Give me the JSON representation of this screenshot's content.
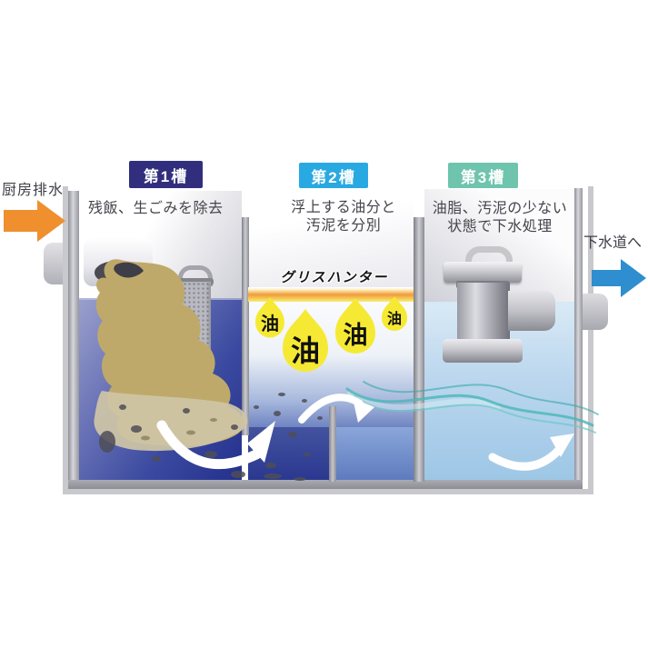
{
  "diagram": {
    "inflow_label": "厨房排水",
    "outflow_label": "下水道へ",
    "tanks": [
      {
        "label": "第1槽",
        "badge_color": "#312f7d",
        "caption_lines": [
          "残飯、生ごみを除去",
          ""
        ]
      },
      {
        "label": "第2槽",
        "badge_color": "#29a9e1",
        "caption_lines": [
          "浮上する油分と",
          "汚泥を分別"
        ]
      },
      {
        "label": "第3槽",
        "badge_color": "#6fc4ae",
        "caption_lines": [
          "油脂、汚泥の少ない",
          "状態で下水処理"
        ]
      }
    ],
    "grease_hunter_label": "グリスハンター",
    "oil_drop_label": "油",
    "oil_drop_count": 4,
    "colors": {
      "inflow_arrow": "#ef8f2e",
      "outflow_arrow": "#2e8ecf",
      "oil_drop": "#f6e934",
      "grease_bar_orange": "#f19a3e",
      "water_dark_blue": "#2f419c",
      "water_light_blue": "#aed2ec",
      "sludge_tan": "#bfa96a",
      "wall_gray": "#b5b5bd"
    }
  }
}
